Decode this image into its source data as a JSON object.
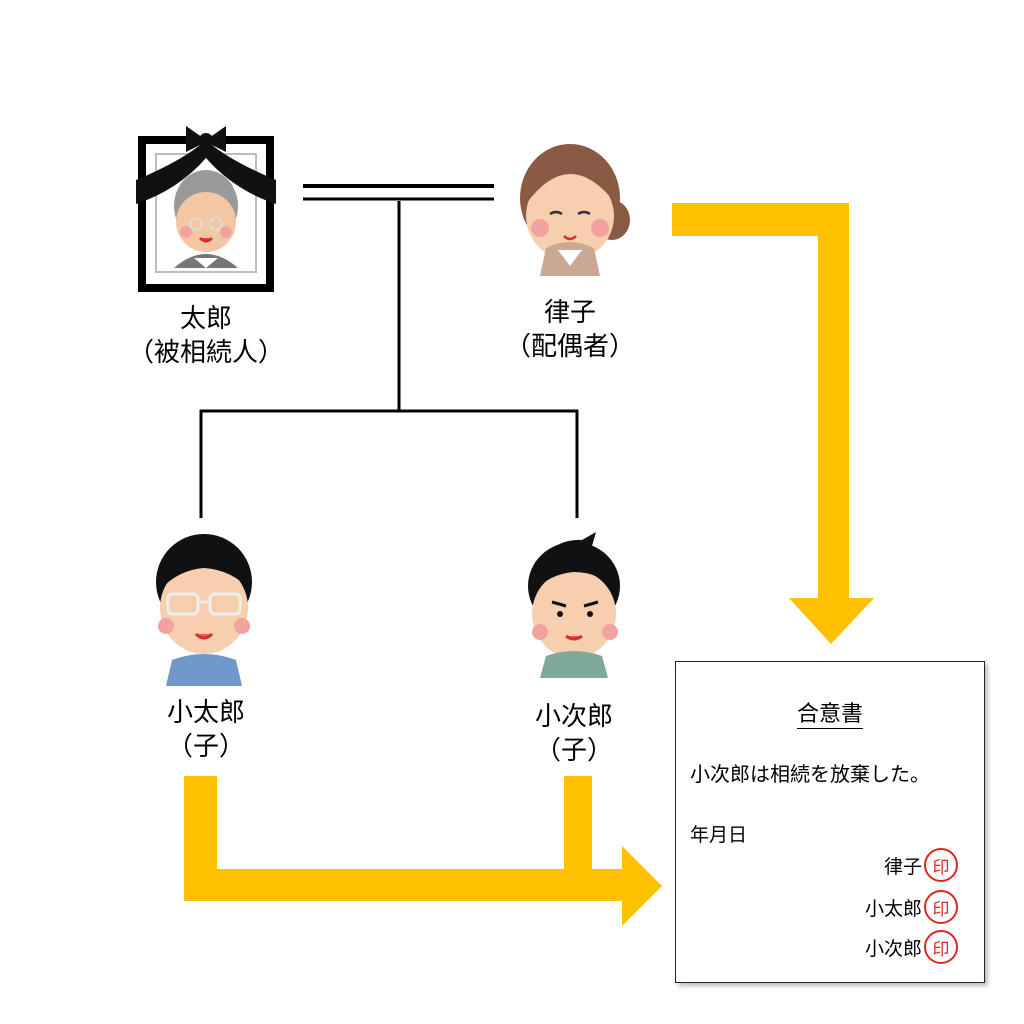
{
  "people": {
    "taro": {
      "name": "太郎",
      "role": "（被相続人）"
    },
    "ritsuko": {
      "name": "律子",
      "role": "（配偶者）"
    },
    "kotaro": {
      "name": "小太郎",
      "role": "（子）"
    },
    "kojiro": {
      "name": "小次郎",
      "role": "（子）"
    }
  },
  "document": {
    "title": "合意書",
    "body": "小次郎は相続を放棄した。",
    "date": "年月日",
    "signatures": [
      {
        "name": "律子",
        "seal": "印"
      },
      {
        "name": "小太郎",
        "seal": "印"
      },
      {
        "name": "小次郎",
        "seal": "印"
      }
    ]
  },
  "colors": {
    "arrow": "#FFC000",
    "seal": "#E0261E",
    "line": "#000000"
  },
  "icons": {
    "taro": "deceased-portrait-icon",
    "ritsuko": "elderly-woman-icon",
    "kotaro": "man-with-glasses-icon",
    "kojiro": "young-man-icon"
  }
}
